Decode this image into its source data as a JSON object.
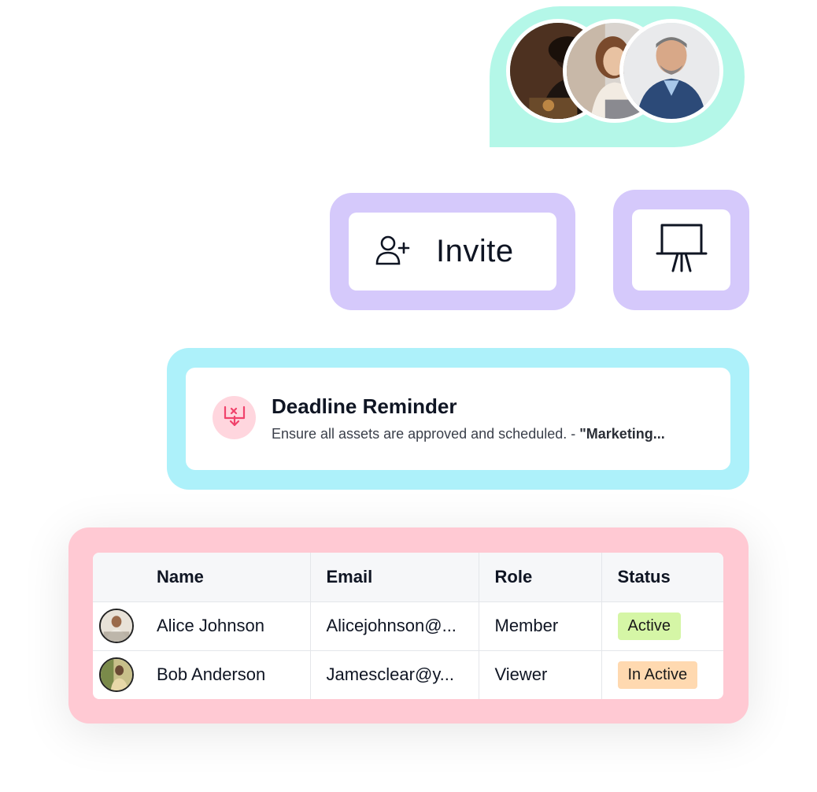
{
  "invite": {
    "label": "Invite"
  },
  "reminder": {
    "title": "Deadline Reminder",
    "body": "Ensure all assets are approved and scheduled. - ",
    "body_emphasis": "\"Marketing..."
  },
  "table": {
    "headers": {
      "name": "Name",
      "email": "Email",
      "role": "Role",
      "status": "Status"
    },
    "rows": [
      {
        "name": "Alice Johnson",
        "email": "Alicejohnson@...",
        "role": "Member",
        "status": "Active",
        "status_color": "#d5f6a6"
      },
      {
        "name": "Bob Anderson",
        "email": "Jamesclear@y...",
        "role": "Viewer",
        "status": "In Active",
        "status_color": "#ffd9b0"
      }
    ]
  },
  "colors": {
    "avatar_bubble": "#b4f7e8",
    "invite_frame": "#d5c9fb",
    "reminder_frame": "#adf1fa",
    "table_frame": "#ffc9d3",
    "reminder_icon": "#f0426b"
  },
  "icons": {
    "invite": "user-plus-icon",
    "present": "presentation-board-icon",
    "reminder": "calendar-x-icon"
  }
}
